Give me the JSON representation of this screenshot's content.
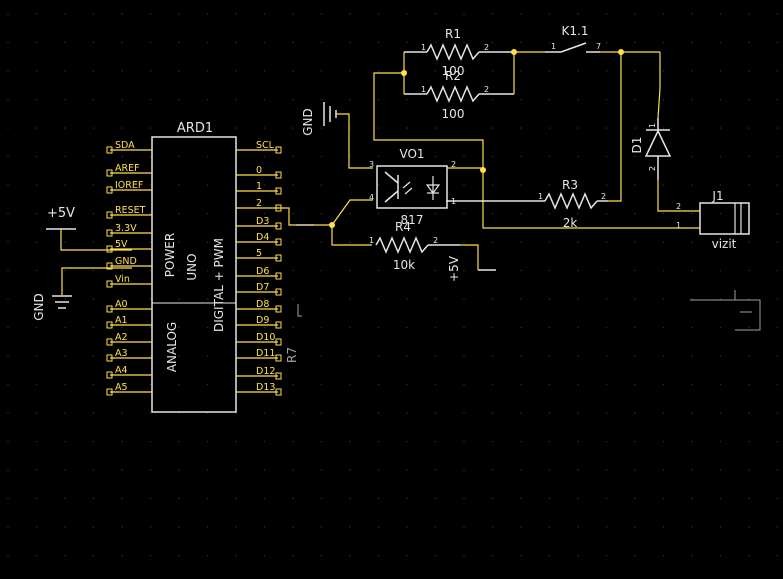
{
  "colors": {
    "background": "#000000",
    "component": "#e6e6e6",
    "wire": "#ffe04a",
    "pin_label": "#ffe04a",
    "junction": "#ffe04a",
    "grid": "#2e2e2e"
  },
  "arduino": {
    "ref": "ARD1",
    "left_pins": [
      "SDA",
      "AREF",
      "IOREF",
      "RESET",
      "3.3V",
      "5V",
      "GND",
      "Vin",
      "A0",
      "A1",
      "A2",
      "A3",
      "A4",
      "A5"
    ],
    "right_pins": [
      "SCL",
      "0",
      "1",
      "2",
      "D3",
      "D4",
      "5",
      "D6",
      "D7",
      "D8",
      "D9",
      "D10",
      "D11",
      "D12",
      "D13"
    ],
    "power_label": "POWER",
    "uno_label": "UNO",
    "analog_label": "ANALOG",
    "digital_label": "DIGITAL + PWM"
  },
  "power": {
    "plus5v_left": "+5V",
    "gnd_left": "GND",
    "gnd_top": "GND",
    "plus5v_r4": "+5V"
  },
  "r1": {
    "ref": "R1",
    "value": "100",
    "pin1": "1",
    "pin2": "2"
  },
  "r2": {
    "ref": "R2",
    "value": "100",
    "pin1": "1",
    "pin2": "2"
  },
  "r3": {
    "ref": "R3",
    "value": "2k",
    "pin1": "1",
    "pin2": "2"
  },
  "r4": {
    "ref": "R4",
    "value": "10k",
    "pin1": "1",
    "pin2": "2"
  },
  "k1": {
    "ref": "K1.1",
    "pin1": "1",
    "pin2": "7"
  },
  "vo1": {
    "ref": "VO1",
    "value": "817",
    "pin1": "1",
    "pin2": "2",
    "pin3": "3",
    "pin4": "4"
  },
  "d1": {
    "ref": "D1",
    "pin1": "1",
    "pin2": "2"
  },
  "j1": {
    "ref": "J1",
    "value": "vizit",
    "pin1": "1",
    "pin2": "2"
  },
  "partial": {
    "r7_fragment": "R7"
  }
}
